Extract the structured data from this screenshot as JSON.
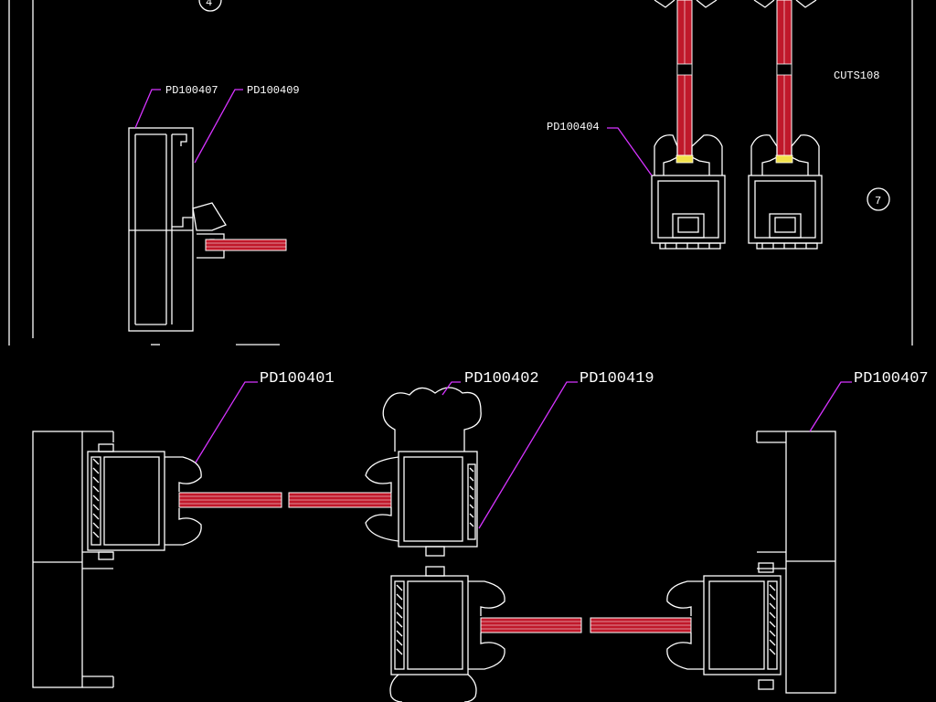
{
  "top_view": {
    "labels": {
      "frame_profile": "PD100407",
      "bead_profile": "PD100409",
      "sash_profile": "PD100404",
      "cut_ref": "CUTS108"
    },
    "marker_number": "7",
    "marker_top_left_number": "4"
  },
  "bottom_view": {
    "labels": {
      "left_sash": "PD100401",
      "center_mullion": "PD100402",
      "center_bead": "PD100419",
      "right_frame": "PD100407"
    }
  },
  "colors": {
    "background": "#000000",
    "line": "#ffffff",
    "leader": "#d633ff",
    "glass": "#c0182a",
    "gasket": "#f2e24a"
  }
}
